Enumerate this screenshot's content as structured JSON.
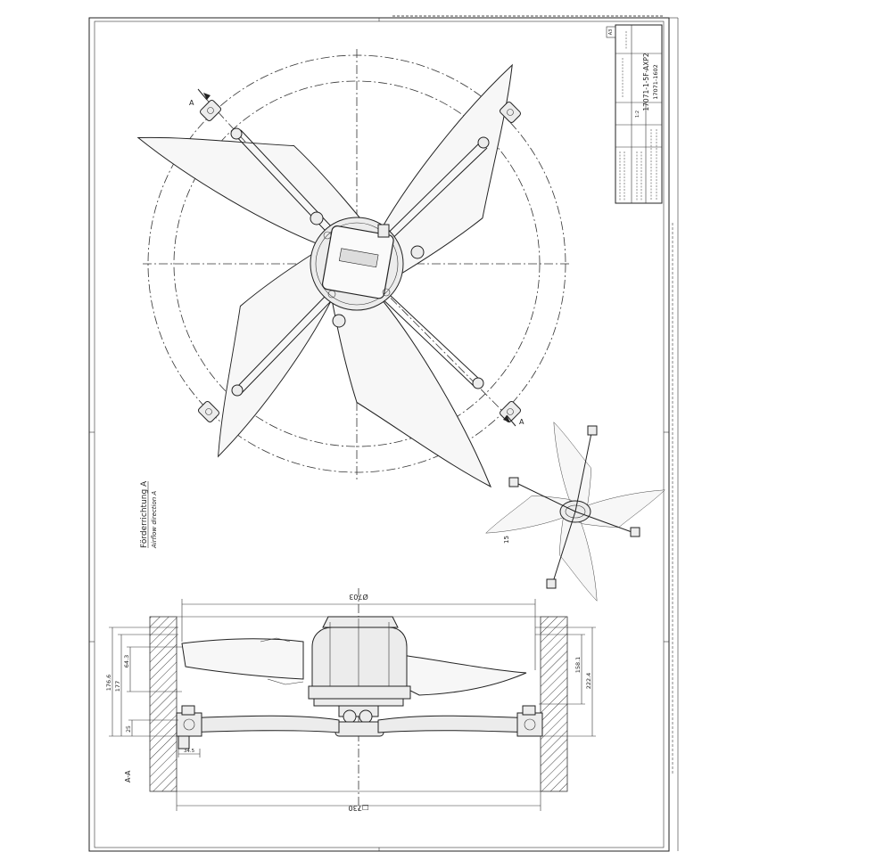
{
  "colors": {
    "ink": "#222222",
    "paper": "#ffffff"
  },
  "title_block": {
    "drawing_number": "17071-1-5F-AXP2",
    "drawing_number_repeat": "17071-1602",
    "scale": "1:2",
    "format": "A3"
  },
  "labels": {
    "section_marker_top": "A",
    "section_marker_bottom": "A",
    "section_view": "A-A",
    "airflow_de": "Förderrichtung A",
    "airflow_en": "Airflow direction A",
    "iso_note": "15"
  },
  "dimensions": {
    "blade_diameter": "Ø703",
    "housing_width": "□730",
    "height_total": "176.6",
    "height_hub": "177",
    "height_blade": "64.3",
    "height_base": "25",
    "foot_width": "34.5",
    "right_upper": "158.1",
    "right_total": "222.4"
  }
}
